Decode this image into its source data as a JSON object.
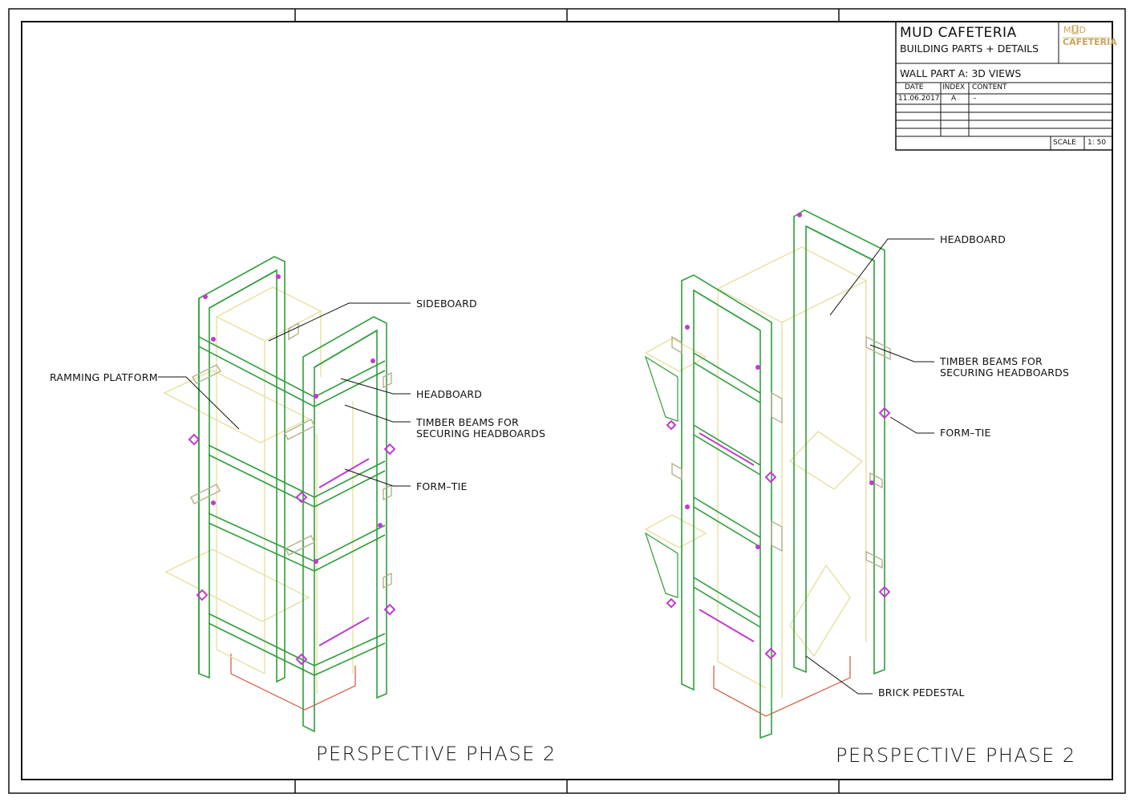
{
  "title_block": {
    "project": "MUD CAFETERIA",
    "subtitle": "BUILDING PARTS + DETAILS",
    "sheet_title": "WALL PART A:  3D VIEWS",
    "columns": {
      "date": "DATE",
      "index": "INDEX",
      "content": "CONTENT"
    },
    "rows": [
      {
        "date": "11.06.2017",
        "index": "A",
        "content": "–"
      }
    ],
    "scale_label": "SCALE",
    "scale_value": "1: 50",
    "logo_top": "MUD",
    "logo_bottom": "CAFETERIA"
  },
  "left_view": {
    "caption": "PERSPECTIVE PHASE 2",
    "labels": {
      "sideboard": "SIDEBOARD",
      "ramming_platform": "RAMMING PLATFORM",
      "headboard": "HEADBOARD",
      "timber_line1": "TIMBER BEAMS FOR",
      "timber_line2": "SECURING HEADBOARDS",
      "form_tie": "FORM–TIE"
    }
  },
  "right_view": {
    "caption": "PERSPECTIVE PHASE 2",
    "labels": {
      "headboard": "HEADBOARD",
      "timber_line1": "TIMBER BEAMS FOR",
      "timber_line2": "SECURING HEADBOARDS",
      "form_tie": "FORM–TIE",
      "brick_pedestal": "BRICK PEDESTAL"
    }
  },
  "colors": {
    "frame": "#2e9e3a",
    "frame_light": "#9ed28f",
    "board": "#e8e0a0",
    "beam": "#b5b08a",
    "form_tie": "#c03ad0",
    "pedestal": "#d2553a",
    "line": "#111111"
  }
}
